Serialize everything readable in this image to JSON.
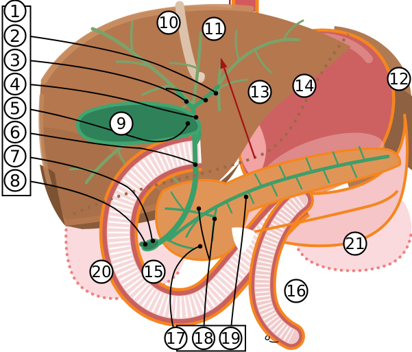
{
  "labels": {
    "l1": "1",
    "l2": "2",
    "l3": "3",
    "l4": "4",
    "l5": "5",
    "l6": "6",
    "l7": "7",
    "l8": "8",
    "l9": "9",
    "l10": "10",
    "l11": "11",
    "l12": "12",
    "l13": "13",
    "l14": "14",
    "l15": "15",
    "l16": "16",
    "l17": "17",
    "l18": "18",
    "l19": "19",
    "l20": "20",
    "l21": "21"
  },
  "colors": {
    "liver": "#b5774e",
    "liver_highlight": "#c98e62",
    "liver_rim": "#c28a5e",
    "liver_mid": "#a26c46",
    "liver_dark": "#8a5c3b",
    "liver_darker": "#7d5233",
    "band": "#8f6143",
    "spleen": "#b07a52",
    "stomach": "#cd6161",
    "stomach_light": "#de8c8c",
    "cardia": "#f2a3a3",
    "sheen": "#edadad",
    "orange": "#f5861f",
    "omentum": "#f6c5c7",
    "ghost": "#fbdadd",
    "ghost_dot": "#f27f7f",
    "duo_wall": "#c96060",
    "duo_inner": "#f5d8d9",
    "jej_inner": "#f0caca",
    "pancreas": "#e09557",
    "duct_green": "#3f9e6a",
    "bile_green": "#3aa06b",
    "sage": "#7aa36b",
    "gb_fill": "#2f8159",
    "gb_stroke": "#3fa571",
    "esoph": "#d4595f",
    "esoph_tick": "#b22222",
    "arrow_red": "#a51414",
    "perit_dot": "#9b6a45",
    "falciform": "#dcc2aa",
    "falciform_blob": "#e4cfbb",
    "line": "#000000"
  }
}
